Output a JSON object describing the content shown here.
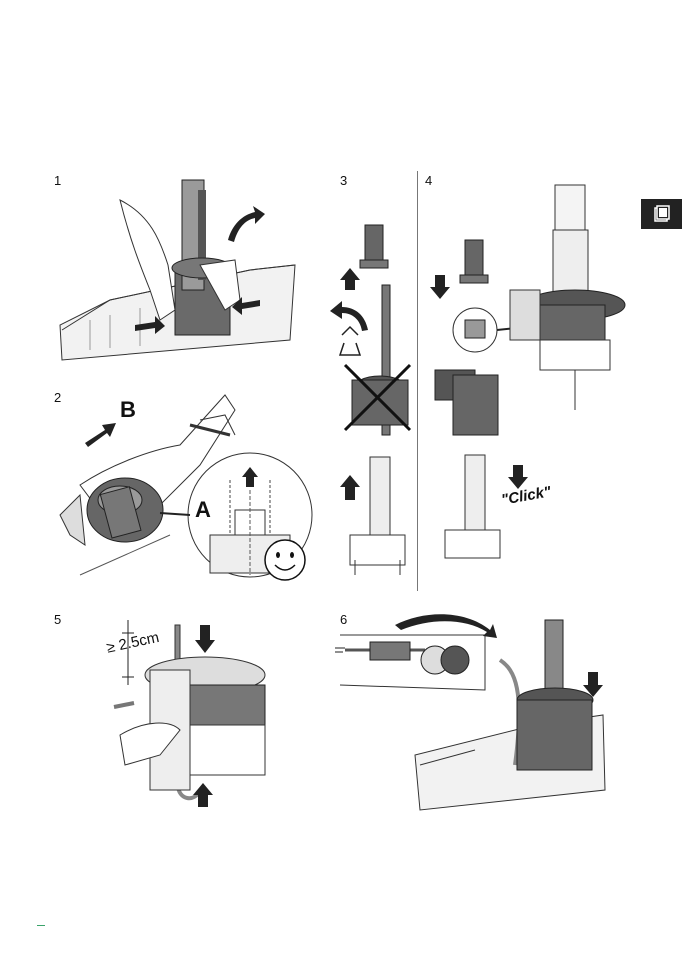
{
  "steps": {
    "s1": "1",
    "s2": "2",
    "s3": "3",
    "s4": "4",
    "s5": "5",
    "s6": "6"
  },
  "labels": {
    "b": "B",
    "a": "A",
    "click": "\"Click\"",
    "dimension": "≥ 2.5cm"
  },
  "icons": {
    "tab": "manual-book-icon",
    "recycle": "recycle-icon"
  },
  "colors": {
    "tab_bg": "#222222",
    "part_dark": "#4a4a4a",
    "part_mid": "#8a8a8a",
    "part_light": "#d6d6d6",
    "line": "#222222"
  }
}
